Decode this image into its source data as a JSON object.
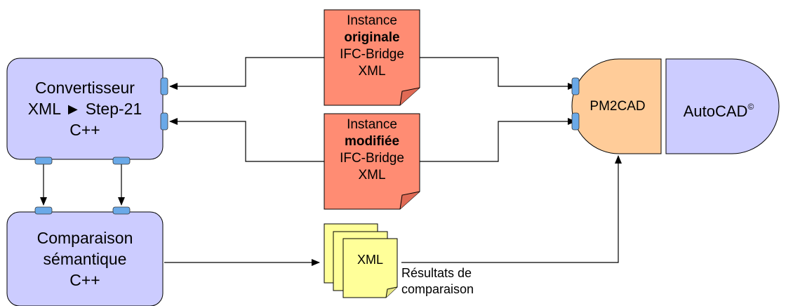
{
  "converter": {
    "line1": "Convertisseur",
    "line2": "XML ► Step-21",
    "line3": "C++"
  },
  "comparison": {
    "line1": "Comparaison",
    "line2": "sémantique",
    "line3": "C++"
  },
  "doc_original": {
    "line1": "Instance",
    "line2": "originale",
    "line3": "IFC-Bridge",
    "line4": "XML"
  },
  "doc_modified": {
    "line1": "Instance",
    "line2": "modifiée",
    "line3": "IFC-Bridge",
    "line4": "XML"
  },
  "pm2cad": {
    "label": "PM2CAD"
  },
  "autocad": {
    "label": "AutoCAD",
    "mark": "©"
  },
  "results": {
    "stack_label": "XML",
    "caption_line1": "Résultats de",
    "caption_line2": "comparaison"
  },
  "colors": {
    "blue_box": "#ccccff",
    "port": "#6aa9e8",
    "doc_red": "#ff8c73",
    "pm2cad_orange": "#ffcc99",
    "autocad_lavender": "#ccccff",
    "yellow_doc": "#ffff99"
  }
}
